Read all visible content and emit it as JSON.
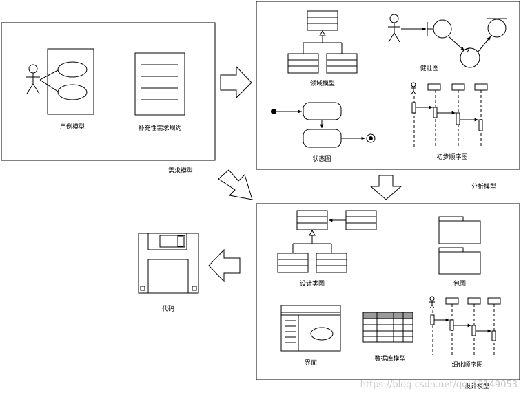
{
  "labels": {
    "requirements_model": "需求模型",
    "use_case_model": "用例模型",
    "supplementary_spec": "补充性需求规约",
    "domain_model": "领域模型",
    "robustness_diagram": "健壮图",
    "state_diagram": "状态图",
    "initial_sequence": "初步顺序图",
    "analysis_model": "分析模型",
    "design_class_diagram": "设计类图",
    "package_diagram": "包图",
    "ui": "界面",
    "database_model": "数据库模型",
    "detailed_sequence": "细化顺序图",
    "design_model": "设计模型",
    "code": "代码"
  },
  "watermark": "https://blog.csdn.net/qq_43149053"
}
